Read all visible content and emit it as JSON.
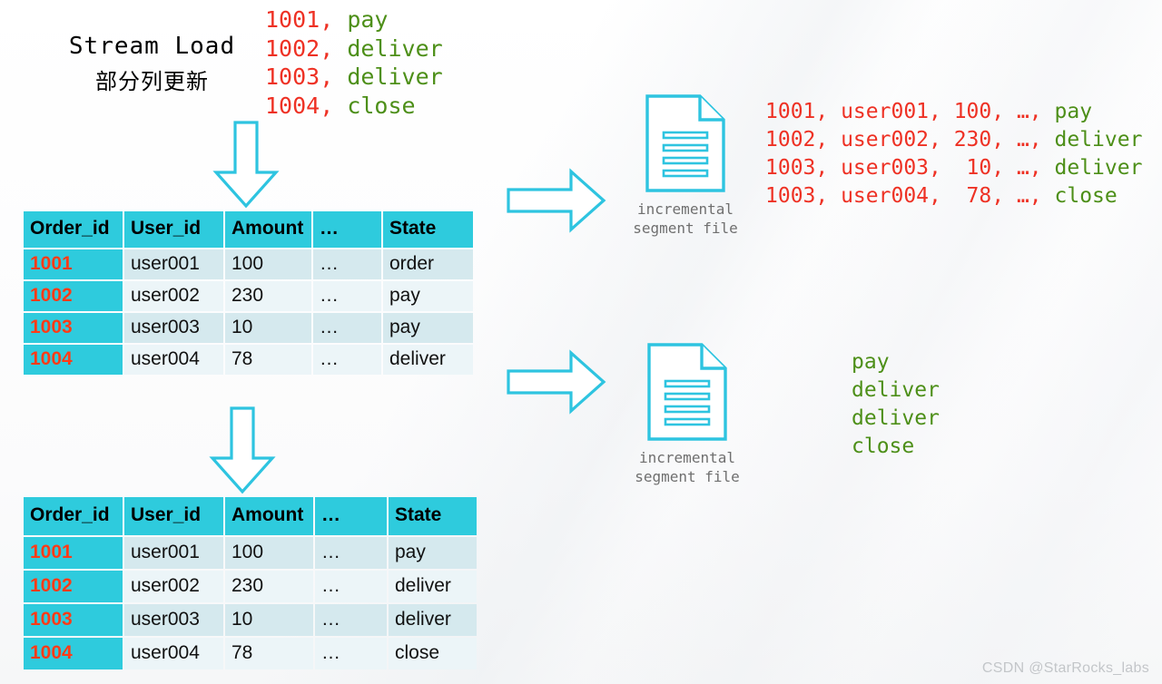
{
  "source": {
    "title": "Stream Load",
    "subtitle": "部分列更新"
  },
  "incoming_rows": [
    {
      "id": "1001, ",
      "state": "pay"
    },
    {
      "id": "1002, ",
      "state": "deliver"
    },
    {
      "id": "1003, ",
      "state": "deliver"
    },
    {
      "id": "1004, ",
      "state": "close"
    }
  ],
  "table_before": {
    "headers": [
      "Order_id",
      "User_id",
      "Amount",
      "…",
      "State"
    ],
    "rows": [
      {
        "order_id": "1001",
        "user_id": "user001",
        "amount": "100",
        "dots": "…",
        "state": "order"
      },
      {
        "order_id": "1002",
        "user_id": "user002",
        "amount": "230",
        "dots": "…",
        "state": "pay"
      },
      {
        "order_id": "1003",
        "user_id": "user003",
        "amount": "10",
        "dots": "…",
        "state": "pay"
      },
      {
        "order_id": "1004",
        "user_id": "user004",
        "amount": "78",
        "dots": "…",
        "state": "deliver"
      }
    ]
  },
  "table_after": {
    "headers": [
      "Order_id",
      "User_id",
      "Amount",
      "…",
      "State"
    ],
    "rows": [
      {
        "order_id": "1001",
        "user_id": "user001",
        "amount": "100",
        "dots": "…",
        "state": "pay"
      },
      {
        "order_id": "1002",
        "user_id": "user002",
        "amount": "230",
        "dots": "…",
        "state": "deliver"
      },
      {
        "order_id": "1003",
        "user_id": "user003",
        "amount": "10",
        "dots": "…",
        "state": "deliver"
      },
      {
        "order_id": "1004",
        "user_id": "user004",
        "amount": "78",
        "dots": "…",
        "state": "close"
      }
    ]
  },
  "file_top": {
    "caption_line1": "incremental",
    "caption_line2": "segment file"
  },
  "file_bottom": {
    "caption_line1": "incremental",
    "caption_line2": "segment file"
  },
  "segment_rows_top": [
    {
      "prefix": "1001, user001, 100, …, ",
      "state": "pay"
    },
    {
      "prefix": "1002, user002, 230, …, ",
      "state": "deliver"
    },
    {
      "prefix": "1003, user003,  10, …, ",
      "state": "deliver"
    },
    {
      "prefix": "1003, user004,  78, …, ",
      "state": "close"
    }
  ],
  "segment_rows_bottom": [
    "pay",
    "deliver",
    "deliver",
    "close"
  ],
  "watermark": "CSDN @StarRocks_labs",
  "colors": {
    "cyan": "#2ecbdd",
    "row_odd": "#d5e9ee",
    "row_even": "#ecf5f8",
    "red": "#ee3124",
    "red_bold_id": "#ff3b17",
    "green": "#4d8f18",
    "state_red": "#f23a1b",
    "state_green": "#56a018",
    "watermark_gray": "#c3c6c9"
  }
}
